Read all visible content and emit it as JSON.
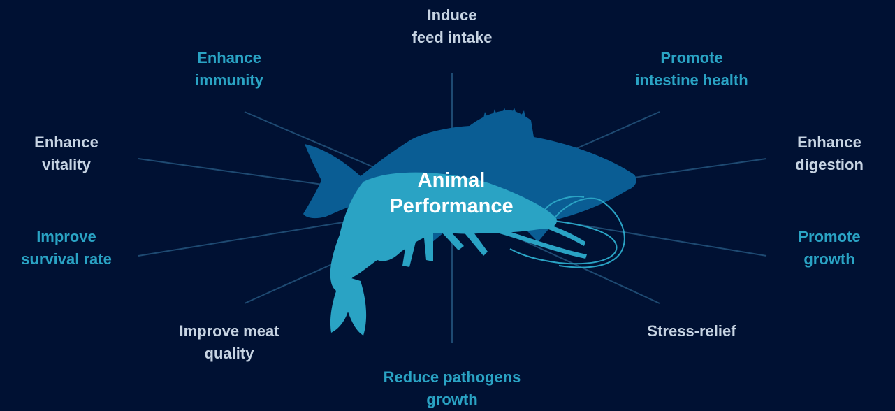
{
  "center": {
    "line1": "Animal",
    "line2": "Performance"
  },
  "benefits": {
    "induce_feed_intake": {
      "line1": "Induce",
      "line2": "feed intake"
    },
    "enhance_immunity": {
      "line1": "Enhance",
      "line2": "immunity"
    },
    "promote_intestine_health": {
      "line1": "Promote",
      "line2": "intestine health"
    },
    "enhance_vitality": {
      "line1": "Enhance",
      "line2": "vitality"
    },
    "enhance_digestion": {
      "line1": "Enhance",
      "line2": "digestion"
    },
    "improve_survival_rate": {
      "line1": "Improve",
      "line2": "survival rate"
    },
    "promote_growth": {
      "line1": "Promote",
      "line2": "growth"
    },
    "improve_meat_quality": {
      "line1": "Improve meat",
      "line2": "quality"
    },
    "stress_relief": {
      "line1": "Stress-relief"
    },
    "reduce_pathogens_growth": {
      "line1": "Reduce pathogens",
      "line2": "growth"
    }
  },
  "colors": {
    "background": "#001133",
    "light_text": "#c7d4e3",
    "teal_text": "#2aa3c4",
    "fish": "#0a5d94",
    "shrimp": "#2aa3c4",
    "spokes": "#1e4a72"
  },
  "icons": [
    "fish-silhouette-icon",
    "shrimp-silhouette-icon"
  ]
}
